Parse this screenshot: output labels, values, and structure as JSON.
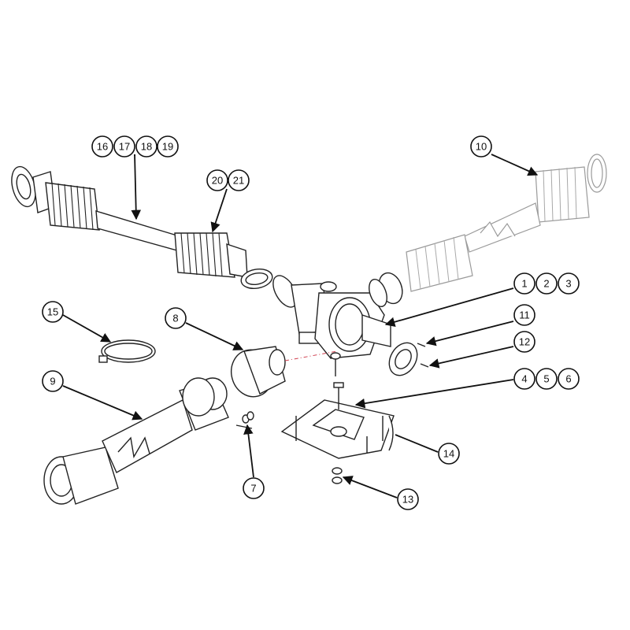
{
  "callouts": [
    {
      "id": "c16",
      "label": "16"
    },
    {
      "id": "c17",
      "label": "17"
    },
    {
      "id": "c18",
      "label": "18"
    },
    {
      "id": "c19",
      "label": "19"
    },
    {
      "id": "c20",
      "label": "20"
    },
    {
      "id": "c21",
      "label": "21"
    },
    {
      "id": "c10",
      "label": "10"
    },
    {
      "id": "c1",
      "label": "1"
    },
    {
      "id": "c2",
      "label": "2"
    },
    {
      "id": "c3",
      "label": "3"
    },
    {
      "id": "c11",
      "label": "11"
    },
    {
      "id": "c12",
      "label": "12"
    },
    {
      "id": "c4",
      "label": "4"
    },
    {
      "id": "c5",
      "label": "5"
    },
    {
      "id": "c6",
      "label": "6"
    },
    {
      "id": "c15",
      "label": "15"
    },
    {
      "id": "c8",
      "label": "8"
    },
    {
      "id": "c9",
      "label": "9"
    },
    {
      "id": "c7",
      "label": "7"
    },
    {
      "id": "c14",
      "label": "14"
    },
    {
      "id": "c13",
      "label": "13"
    }
  ],
  "colors": {
    "line": "#111111",
    "ghost_part": "#9a9a9a",
    "centerline": "#d04050"
  }
}
